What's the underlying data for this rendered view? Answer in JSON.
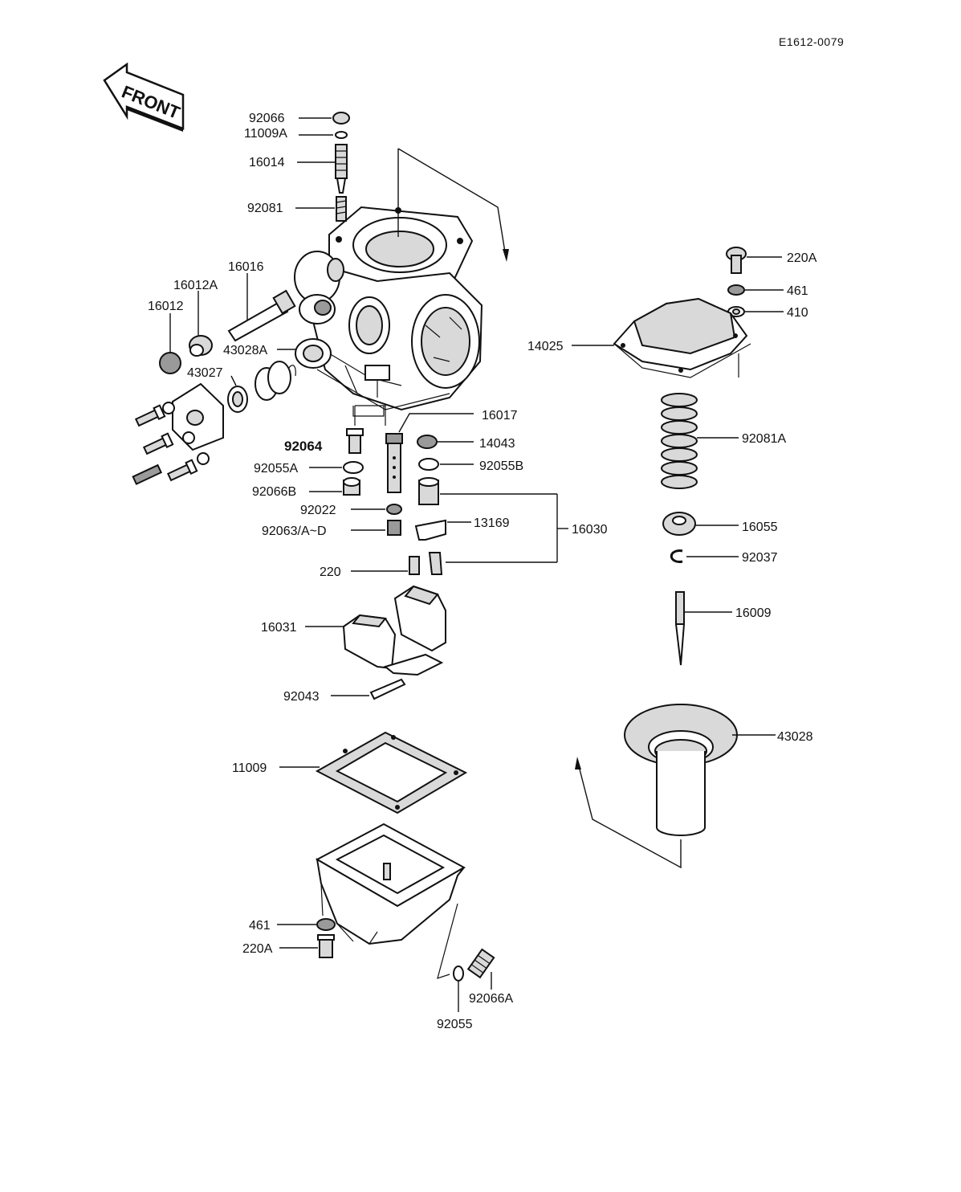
{
  "diagram_code": "E1612-0079",
  "front_label": "FRONT",
  "labels": {
    "p92066": "92066",
    "p11009A": "11009A",
    "p16014": "16014",
    "p92081": "92081",
    "p16016": "16016",
    "p16012A": "16012A",
    "p16012": "16012",
    "p43028A": "43028A",
    "p43027": "43027",
    "p92064": "92064",
    "p92055A": "92055A",
    "p92066B": "92066B",
    "p92022": "92022",
    "p92063": "92063/A~D",
    "p220": "220",
    "p16017": "16017",
    "p14043": "14043",
    "p92055B": "92055B",
    "p13169": "13169",
    "p16030": "16030",
    "p16031": "16031",
    "p92043": "92043",
    "p11009": "11009",
    "p461b": "461",
    "p220Ab": "220A",
    "p92055": "92055",
    "p92066A": "92066A",
    "p220At": "220A",
    "p461t": "461",
    "p410": "410",
    "p14025": "14025",
    "p92081A": "92081A",
    "p16055": "16055",
    "p92037": "92037",
    "p16009": "16009",
    "p43028": "43028"
  }
}
